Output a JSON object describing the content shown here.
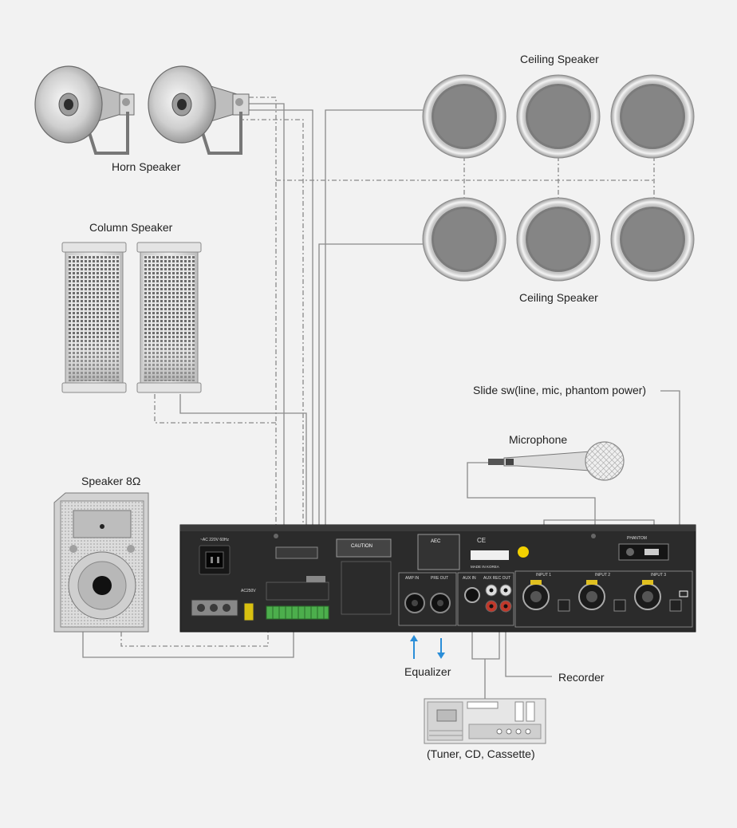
{
  "labels": {
    "ceiling_top": "Ceiling Speaker",
    "horn": "Horn Speaker",
    "column": "Column Speaker",
    "ceiling_bottom": "Ceiling Speaker",
    "slide_sw": "Slide sw(line, mic, phantom power)",
    "microphone": "Microphone",
    "speaker8": "Speaker 8Ω",
    "equalizer": "Equalizer",
    "recorder": "Recorder",
    "sources": "(Tuner, CD, Cassette)"
  },
  "panel": {
    "caution": "CAUTION",
    "brand": "AEC",
    "ce_mark": "CE",
    "made_in": "MADE IN KOREA",
    "amp_in": "AMP IN",
    "pre_out": "PRE OUT",
    "aux_in": "AUX IN",
    "aux_rec_out": "AUX REC OUT",
    "input1": "INPUT 1",
    "input2": "INPUT 2",
    "input3": "INPUT 3",
    "power": "~AC 220V 60Hz",
    "fuse": "AC250V",
    "phantom": "PHANTOM"
  },
  "colors": {
    "background": "#f2f2f2",
    "panel": "#2a2a2a",
    "arrow": "#2b8ed8",
    "wire": "#8a8a8a",
    "terminal": "#4cae4c",
    "badge": "#f2d100"
  }
}
